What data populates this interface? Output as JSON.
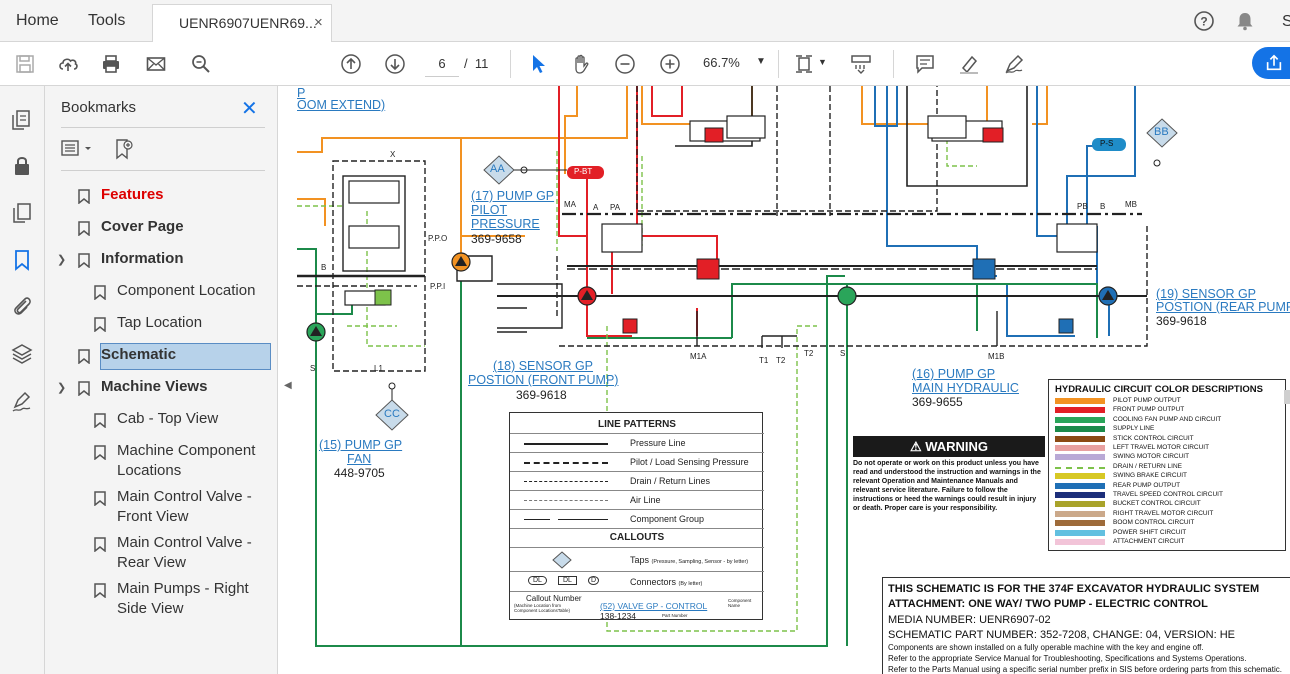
{
  "menu": {
    "home": "Home",
    "tools": "Tools"
  },
  "tab": {
    "title": "UENR6907UENR69...",
    "close": "×"
  },
  "toolbar": {
    "page_current": "6",
    "page_separator": "/",
    "page_total": "11",
    "zoom": "66.7%"
  },
  "panel": {
    "title": "Bookmarks",
    "close": "✕",
    "items": [
      {
        "label": "Features"
      },
      {
        "label": "Cover Page"
      },
      {
        "label": "Information"
      },
      {
        "label": "Component Location"
      },
      {
        "label": "Tap Location"
      },
      {
        "label": "Schematic"
      },
      {
        "label": "Machine Views"
      },
      {
        "label": "Cab - Top View"
      },
      {
        "label": "Machine Component Locations"
      },
      {
        "label": "Main Control Valve - Front View"
      },
      {
        "label": "Main Control Valve - Rear View"
      },
      {
        "label": "Main Pumps - Right Side View"
      }
    ]
  },
  "schematic": {
    "callout_top_left": "P",
    "callout_top_left_2": "OOM EXTEND)",
    "pump_pilot": {
      "title_1": "(17) PUMP GP",
      "title_2": "PILOT",
      "title_3": "PRESSURE",
      "part": "369-9658"
    },
    "sensor_front": {
      "title_1": "(18) SENSOR GP",
      "title_2": "POSTION (FRONT PUMP)",
      "part": "369-9618"
    },
    "sensor_rear": {
      "title_1": "(19) SENSOR GP",
      "title_2": "POSTION (REAR PUMP)",
      "part": "369-9618"
    },
    "pump_fan": {
      "title_1": "(15) PUMP GP",
      "title_2": "FAN",
      "part": "448-9705"
    },
    "pump_main": {
      "title_1": "(16) PUMP GP",
      "title_2": "MAIN HYDRAULIC",
      "part": "369-9655"
    },
    "tags": {
      "aa": "AA",
      "bb": "BB",
      "cc": "CC",
      "pbt": "P-BT",
      "ps": "P-S",
      "ma": "MA",
      "a": "A",
      "pa": "PA",
      "pb": "PB",
      "b": "B",
      "mb": "MB",
      "ppo": "P.P.O",
      "ppi": "P.P.I",
      "s": "S",
      "l1": "L1",
      "x": "X",
      "b2": "B",
      "m1a": "M1A",
      "m1b": "M1B",
      "t1": "T1",
      "t2": "T2",
      "t2b": "T2",
      "s2": "S"
    }
  },
  "line_patterns": {
    "title": "LINE PATTERNS",
    "rows": [
      "Pressure Line",
      "Pilot / Load Sensing Pressure",
      "Drain / Return Lines",
      "Air Line",
      "Component Group"
    ],
    "callouts_title": "CALLOUTS",
    "taps": "Taps",
    "taps_note": "(Pressure, Sampling, Sensor - by letter)",
    "connectors": "Connectors",
    "connectors_note": "(By letter)",
    "callout_number": "Callout Number",
    "callout_note": "(Machine Location from Component LocationsTable)",
    "callout_example": "(52) VALVE GP - CONTROL",
    "callout_part": "138-1234",
    "component_name": "Component Name",
    "part_number": "Part Number",
    "dl1": "DL",
    "dl2": "DL",
    "d": "D"
  },
  "warning": {
    "title": "WARNING",
    "text": "Do not operate or work on this product unless you have read and understood the instruction and warnings in the relevant Operation and Maintenance Manuals and relevant service literature. Failure to follow the instructions or heed the warnings could result in injury or death. Proper care is your responsibility."
  },
  "hydraulic_colors": {
    "title": "HYDRAULIC CIRCUIT COLOR DESCRIPTIONS",
    "rows": [
      {
        "label": "PILOT PUMP OUTPUT",
        "color": "#f29222"
      },
      {
        "label": "FRONT PUMP OUTPUT",
        "color": "#e21f26"
      },
      {
        "label": "COOLING FAN PUMP AND CIRCUIT",
        "color": "#2aa55a"
      },
      {
        "label": "SUPPLY LINE",
        "color": "#1c8a4a"
      },
      {
        "label": "STICK CONTROL CIRCUIT",
        "color": "#8b4a14"
      },
      {
        "label": "LEFT TRAVEL MOTOR CIRCUIT",
        "color": "#e8a0a0"
      },
      {
        "label": "SWING MOTOR CIRCUIT",
        "color": "#b9a9d6"
      },
      {
        "label": "DRAIN / RETURN LINE",
        "color": "#7dc24a"
      },
      {
        "label": "SWING BRAKE CIRCUIT",
        "color": "#d7c824"
      },
      {
        "label": "REAR PUMP OUTPUT",
        "color": "#1f6fb5"
      },
      {
        "label": "TRAVEL SPEED CONTROL CIRCUIT",
        "color": "#1d2f7a"
      },
      {
        "label": "BUCKET CONTROL CIRCUIT",
        "color": "#a9a32a"
      },
      {
        "label": "RIGHT TRAVEL MOTOR CIRCUIT",
        "color": "#cba98a"
      },
      {
        "label": "BOOM CONTROL CIRCUIT",
        "color": "#9e6b3a"
      },
      {
        "label": "POWER SHIFT CIRCUIT",
        "color": "#62c0e0"
      },
      {
        "label": "ATTACHMENT CIRCUIT",
        "color": "#f2c4d8"
      }
    ]
  },
  "info_block": {
    "line1": "THIS SCHEMATIC IS FOR THE 374F EXCAVATOR HYDRAULIC SYSTEM",
    "line2": "ATTACHMENT: ONE WAY/ TWO PUMP - ELECTRIC CONTROL",
    "line3": "MEDIA NUMBER: UENR6907-02",
    "line4": "SCHEMATIC PART NUMBER: 352-7208, CHANGE: 04, VERSION: HE",
    "line5": "Components are shown installed on a fully operable machine with the key and engine off.",
    "line6": "Refer to the appropriate Service Manual for Troubleshooting, Specifications and Systems Operations.",
    "line7": "Refer to the Parts Manual using a specific serial number prefix in SIS before ordering parts from this schematic."
  },
  "colors": {
    "accent": "#1473e6",
    "selected": "#b7d2ea",
    "red_link": "#dd0000"
  },
  "user_partial": "S"
}
